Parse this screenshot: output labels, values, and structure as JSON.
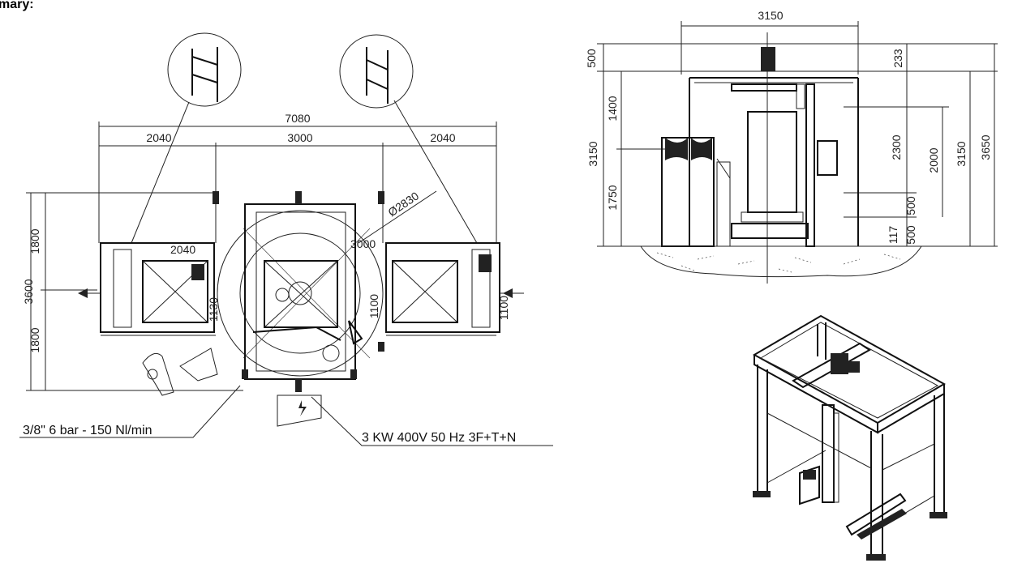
{
  "header": {
    "title_fragment": "mary:"
  },
  "plan_view": {
    "overall_width": "7080",
    "left_segment": "2040",
    "center_segment": "3000",
    "right_segment": "2040",
    "overall_depth": "3600",
    "upper_depth": "1800",
    "lower_depth": "1800",
    "ring_diameter": "Ø2830",
    "inner_3000": "3000",
    "conveyor_2040": "2040",
    "width_1100_right": "1100",
    "width_1100_center": "1100",
    "width_1130": "1130",
    "air_supply": "3/8\" 6 bar - 150 Nl/min",
    "power_supply": "3 KW 400V 50 Hz 3F+T+N"
  },
  "side_view": {
    "top_width": "3150",
    "top_left_500": "500",
    "left_1400": "1400",
    "left_3150": "3150",
    "left_1750": "1750",
    "right_233": "233",
    "right_2300": "2300",
    "right_2000": "2000",
    "right_500_upper": "500",
    "right_117": "117",
    "right_500_lower": "500",
    "right_3150": "3150",
    "right_3650": "3650"
  },
  "iso_view": {}
}
